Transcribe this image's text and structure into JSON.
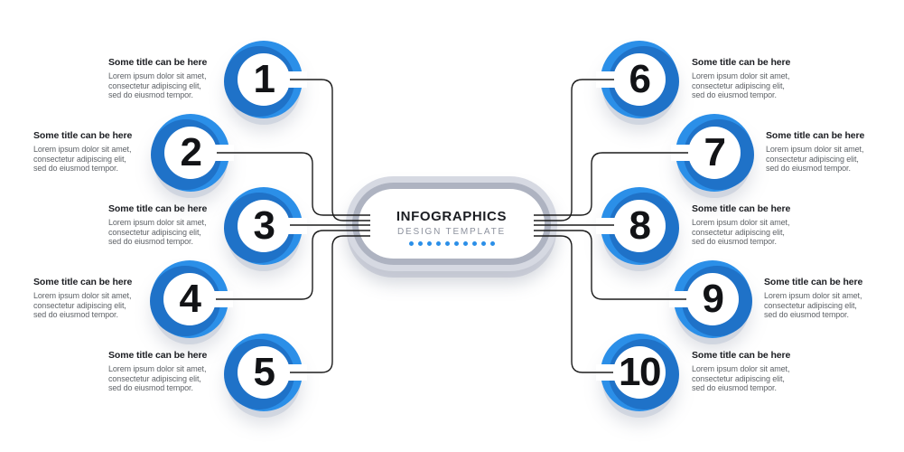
{
  "center": {
    "title": "INFOGRAPHICS",
    "subtitle": "DESIGN TEMPLATE",
    "dots_count": 10
  },
  "items": [
    {
      "number": "1",
      "title": "Some title can be here",
      "body_lines": [
        "Lorem ipsum dolor sit amet,",
        "consectetur adipiscing elit,",
        "sed do eiusmod tempor."
      ]
    },
    {
      "number": "2",
      "title": "Some title can be here",
      "body_lines": [
        "Lorem ipsum dolor sit amet,",
        "consectetur adipiscing elit,",
        "sed do eiusmod tempor."
      ]
    },
    {
      "number": "3",
      "title": "Some title can be here",
      "body_lines": [
        "Lorem ipsum dolor sit amet,",
        "consectetur adipiscing elit,",
        "sed do eiusmod tempor."
      ]
    },
    {
      "number": "4",
      "title": "Some title can be here",
      "body_lines": [
        "Lorem ipsum dolor sit amet,",
        "consectetur adipiscing elit,",
        "sed do eiusmod tempor."
      ]
    },
    {
      "number": "5",
      "title": "Some title can be here",
      "body_lines": [
        "Lorem ipsum dolor sit amet,",
        "consectetur adipiscing elit,",
        "sed do eiusmod tempor."
      ]
    },
    {
      "number": "6",
      "title": "Some title can be here",
      "body_lines": [
        "Lorem ipsum dolor sit amet,",
        "consectetur adipiscing elit,",
        "sed do eiusmod tempor."
      ]
    },
    {
      "number": "7",
      "title": "Some title can be here",
      "body_lines": [
        "Lorem ipsum dolor sit amet,",
        "consectetur adipiscing elit,",
        "sed do eiusmod tempor."
      ]
    },
    {
      "number": "8",
      "title": "Some title can be here",
      "body_lines": [
        "Lorem ipsum dolor sit amet,",
        "consectetur adipiscing elit,",
        "sed do eiusmod tempor."
      ]
    },
    {
      "number": "9",
      "title": "Some title can be here",
      "body_lines": [
        "Lorem ipsum dolor sit amet,",
        "consectetur adipiscing elit,",
        "sed do eiusmod tempor."
      ]
    },
    {
      "number": "10",
      "title": "Some title can be here",
      "body_lines": [
        "Lorem ipsum dolor sit amet,",
        "consectetur adipiscing elit,",
        "sed do eiusmod tempor."
      ]
    }
  ],
  "colors": {
    "accent_blue": "#2b8fe8",
    "accent_blue_dark": "#1f72c8",
    "line_color": "#1c1c1c",
    "title_text": "#1b1d22",
    "body_text": "#5f6368",
    "pill_outer": "#d6d9e2",
    "pill_mid": "#aeb3c1",
    "subtitle_text": "#8d929e"
  }
}
